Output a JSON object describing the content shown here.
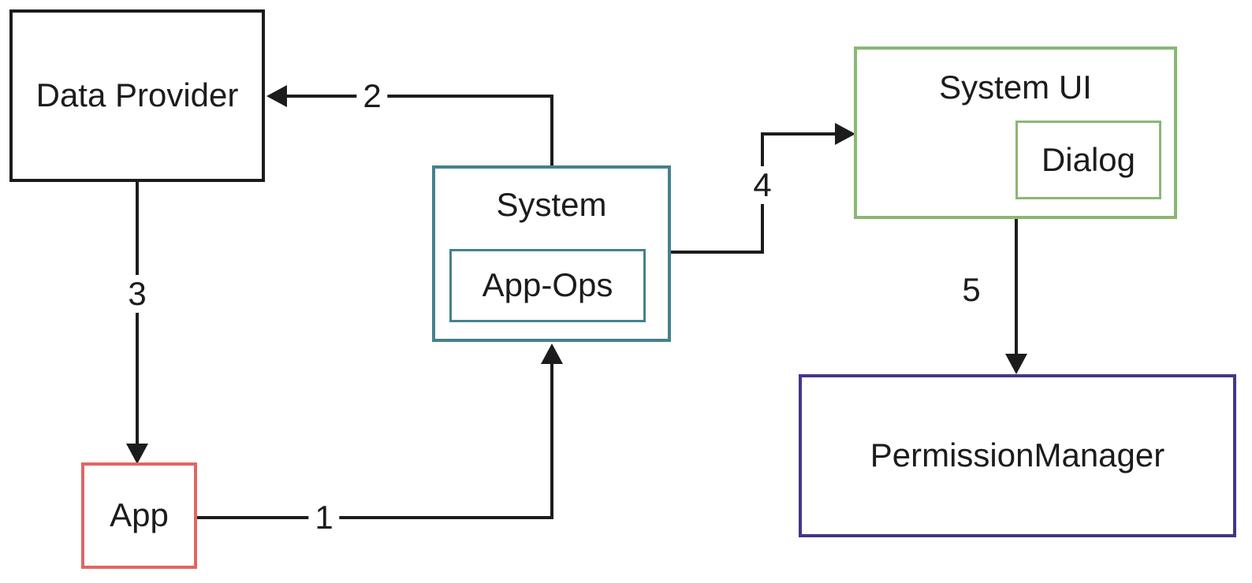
{
  "diagram_type": "flow-diagram",
  "colors": {
    "background": "#ffffff",
    "line": "#1c1c1c",
    "text": "#1c1c1c",
    "data_provider_border": "#1c1c1c",
    "system_border": "#45818e",
    "system_ui_border": "#8ab873",
    "permission_manager_border": "#413789",
    "app_border": "#e06666"
  },
  "nodes": {
    "data_provider": {
      "label": "Data Provider"
    },
    "system": {
      "label": "System"
    },
    "app_ops": {
      "label": "App-Ops"
    },
    "system_ui": {
      "label": "System UI"
    },
    "dialog": {
      "label": "Dialog"
    },
    "permission_manager": {
      "label": "PermissionManager"
    },
    "app": {
      "label": "App"
    }
  },
  "edges": [
    {
      "label": "1",
      "from": "App",
      "to": "System",
      "arrow_points_to": "System bottom"
    },
    {
      "label": "2",
      "from": "System",
      "to": "Data Provider",
      "arrow_points_to": "Data Provider right"
    },
    {
      "label": "3",
      "from": "Data Provider",
      "to": "App",
      "arrow_points_to": "App top"
    },
    {
      "label": "4",
      "from": "System",
      "to": "System UI",
      "arrow_points_to": "System UI left"
    },
    {
      "label": "5",
      "from": "System UI",
      "to": "PermissionManager",
      "arrow_points_to": "PermissionManager top"
    }
  ]
}
